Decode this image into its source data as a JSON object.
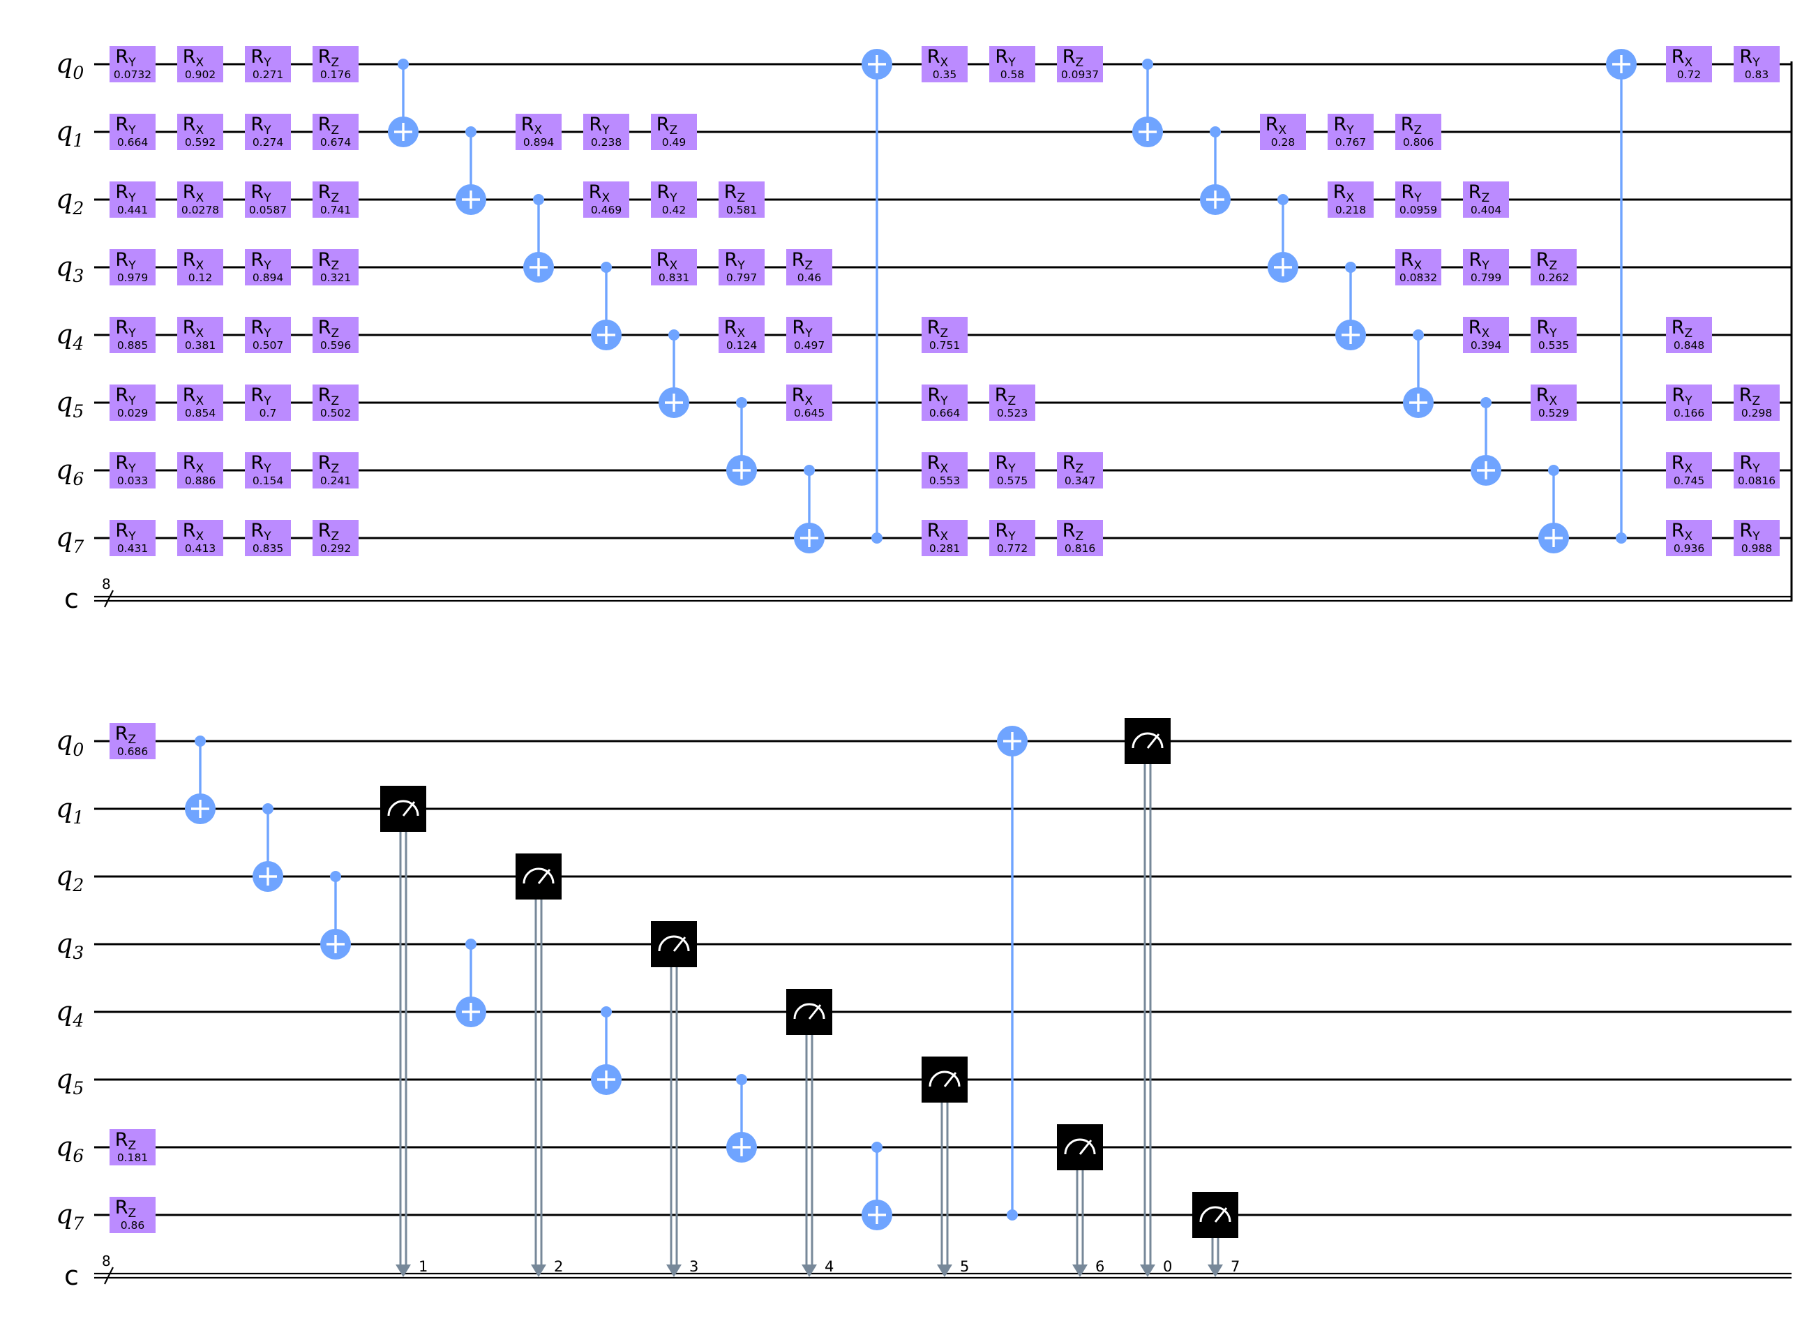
{
  "qubits": [
    "q",
    "q",
    "q",
    "q",
    "q",
    "q",
    "q",
    "q"
  ],
  "qubit_indices": [
    "0",
    "1",
    "2",
    "3",
    "4",
    "5",
    "6",
    "7"
  ],
  "classical_register": {
    "name": "c",
    "size": "8"
  },
  "colors": {
    "rotation": "#bb8bff",
    "cx": "#6fa4ff",
    "measure": "#000000",
    "measure_wire": "#778899"
  },
  "rows": [
    {
      "ops": [
        {
          "g": "RY",
          "c": 0,
          "q": 0,
          "p": "0.0732"
        },
        {
          "g": "RY",
          "c": 0,
          "q": 1,
          "p": "0.664"
        },
        {
          "g": "RY",
          "c": 0,
          "q": 2,
          "p": "0.441"
        },
        {
          "g": "RY",
          "c": 0,
          "q": 3,
          "p": "0.979"
        },
        {
          "g": "RY",
          "c": 0,
          "q": 4,
          "p": "0.885"
        },
        {
          "g": "RY",
          "c": 0,
          "q": 5,
          "p": "0.029"
        },
        {
          "g": "RY",
          "c": 0,
          "q": 6,
          "p": "0.033"
        },
        {
          "g": "RY",
          "c": 0,
          "q": 7,
          "p": "0.431"
        },
        {
          "g": "RX",
          "c": 1,
          "q": 0,
          "p": "0.902"
        },
        {
          "g": "RX",
          "c": 1,
          "q": 1,
          "p": "0.592"
        },
        {
          "g": "RX",
          "c": 1,
          "q": 2,
          "p": "0.0278"
        },
        {
          "g": "RX",
          "c": 1,
          "q": 3,
          "p": "0.12"
        },
        {
          "g": "RX",
          "c": 1,
          "q": 4,
          "p": "0.381"
        },
        {
          "g": "RX",
          "c": 1,
          "q": 5,
          "p": "0.854"
        },
        {
          "g": "RX",
          "c": 1,
          "q": 6,
          "p": "0.886"
        },
        {
          "g": "RX",
          "c": 1,
          "q": 7,
          "p": "0.413"
        },
        {
          "g": "RY",
          "c": 2,
          "q": 0,
          "p": "0.271"
        },
        {
          "g": "RY",
          "c": 2,
          "q": 1,
          "p": "0.274"
        },
        {
          "g": "RY",
          "c": 2,
          "q": 2,
          "p": "0.0587"
        },
        {
          "g": "RY",
          "c": 2,
          "q": 3,
          "p": "0.894"
        },
        {
          "g": "RY",
          "c": 2,
          "q": 4,
          "p": "0.507"
        },
        {
          "g": "RY",
          "c": 2,
          "q": 5,
          "p": "0.7"
        },
        {
          "g": "RY",
          "c": 2,
          "q": 6,
          "p": "0.154"
        },
        {
          "g": "RY",
          "c": 2,
          "q": 7,
          "p": "0.835"
        },
        {
          "g": "RZ",
          "c": 3,
          "q": 0,
          "p": "0.176"
        },
        {
          "g": "RZ",
          "c": 3,
          "q": 1,
          "p": "0.674"
        },
        {
          "g": "RZ",
          "c": 3,
          "q": 2,
          "p": "0.741"
        },
        {
          "g": "RZ",
          "c": 3,
          "q": 3,
          "p": "0.321"
        },
        {
          "g": "RZ",
          "c": 3,
          "q": 4,
          "p": "0.596"
        },
        {
          "g": "RZ",
          "c": 3,
          "q": 5,
          "p": "0.502"
        },
        {
          "g": "RZ",
          "c": 3,
          "q": 6,
          "p": "0.241"
        },
        {
          "g": "RZ",
          "c": 3,
          "q": 7,
          "p": "0.292"
        },
        {
          "g": "CX",
          "c": 4,
          "ctrl": 0,
          "tgt": 1
        },
        {
          "g": "CX",
          "c": 5,
          "ctrl": 1,
          "tgt": 2
        },
        {
          "g": "RX",
          "c": 6,
          "q": 1,
          "p": "0.894"
        },
        {
          "g": "CX",
          "c": 6,
          "ctrl": 2,
          "tgt": 3
        },
        {
          "g": "RY",
          "c": 7,
          "q": 1,
          "p": "0.238"
        },
        {
          "g": "RX",
          "c": 7,
          "q": 2,
          "p": "0.469"
        },
        {
          "g": "CX",
          "c": 7,
          "ctrl": 3,
          "tgt": 4
        },
        {
          "g": "RZ",
          "c": 8,
          "q": 1,
          "p": "0.49"
        },
        {
          "g": "RY",
          "c": 8,
          "q": 2,
          "p": "0.42"
        },
        {
          "g": "RX",
          "c": 8,
          "q": 3,
          "p": "0.831"
        },
        {
          "g": "CX",
          "c": 8,
          "ctrl": 4,
          "tgt": 5
        },
        {
          "g": "RZ",
          "c": 9,
          "q": 2,
          "p": "0.581"
        },
        {
          "g": "RY",
          "c": 9,
          "q": 3,
          "p": "0.797"
        },
        {
          "g": "RX",
          "c": 9,
          "q": 4,
          "p": "0.124"
        },
        {
          "g": "CX",
          "c": 9,
          "ctrl": 5,
          "tgt": 6
        },
        {
          "g": "RZ",
          "c": 10,
          "q": 3,
          "p": "0.46"
        },
        {
          "g": "RY",
          "c": 10,
          "q": 4,
          "p": "0.497"
        },
        {
          "g": "RX",
          "c": 10,
          "q": 5,
          "p": "0.645"
        },
        {
          "g": "CX",
          "c": 10,
          "ctrl": 6,
          "tgt": 7
        },
        {
          "g": "CX",
          "c": 11,
          "ctrl": 7,
          "tgt": 0
        },
        {
          "g": "RX",
          "c": 12,
          "q": 0,
          "p": "0.35"
        },
        {
          "g": "RZ",
          "c": 12,
          "q": 4,
          "p": "0.751"
        },
        {
          "g": "RY",
          "c": 12,
          "q": 5,
          "p": "0.664"
        },
        {
          "g": "RX",
          "c": 12,
          "q": 6,
          "p": "0.553"
        },
        {
          "g": "RX",
          "c": 12,
          "q": 7,
          "p": "0.281"
        },
        {
          "g": "RY",
          "c": 13,
          "q": 0,
          "p": "0.58"
        },
        {
          "g": "RZ",
          "c": 13,
          "q": 5,
          "p": "0.523"
        },
        {
          "g": "RY",
          "c": 13,
          "q": 6,
          "p": "0.575"
        },
        {
          "g": "RY",
          "c": 13,
          "q": 7,
          "p": "0.772"
        },
        {
          "g": "RZ",
          "c": 14,
          "q": 0,
          "p": "0.0937"
        },
        {
          "g": "RZ",
          "c": 14,
          "q": 6,
          "p": "0.347"
        },
        {
          "g": "RZ",
          "c": 14,
          "q": 7,
          "p": "0.816"
        },
        {
          "g": "CX",
          "c": 15,
          "ctrl": 0,
          "tgt": 1
        },
        {
          "g": "CX",
          "c": 16,
          "ctrl": 1,
          "tgt": 2
        },
        {
          "g": "RX",
          "c": 17,
          "q": 1,
          "p": "0.28"
        },
        {
          "g": "CX",
          "c": 17,
          "ctrl": 2,
          "tgt": 3
        },
        {
          "g": "RY",
          "c": 18,
          "q": 1,
          "p": "0.767"
        },
        {
          "g": "RX",
          "c": 18,
          "q": 2,
          "p": "0.218"
        },
        {
          "g": "CX",
          "c": 18,
          "ctrl": 3,
          "tgt": 4
        },
        {
          "g": "RZ",
          "c": 19,
          "q": 1,
          "p": "0.806"
        },
        {
          "g": "RY",
          "c": 19,
          "q": 2,
          "p": "0.0959"
        },
        {
          "g": "RX",
          "c": 19,
          "q": 3,
          "p": "0.0832"
        },
        {
          "g": "CX",
          "c": 19,
          "ctrl": 4,
          "tgt": 5
        },
        {
          "g": "RZ",
          "c": 20,
          "q": 2,
          "p": "0.404"
        },
        {
          "g": "RY",
          "c": 20,
          "q": 3,
          "p": "0.799"
        },
        {
          "g": "RX",
          "c": 20,
          "q": 4,
          "p": "0.394"
        },
        {
          "g": "CX",
          "c": 20,
          "ctrl": 5,
          "tgt": 6
        },
        {
          "g": "RZ",
          "c": 21,
          "q": 3,
          "p": "0.262"
        },
        {
          "g": "RY",
          "c": 21,
          "q": 4,
          "p": "0.535"
        },
        {
          "g": "RX",
          "c": 21,
          "q": 5,
          "p": "0.529"
        },
        {
          "g": "CX",
          "c": 21,
          "ctrl": 6,
          "tgt": 7
        },
        {
          "g": "CX",
          "c": 22,
          "ctrl": 7,
          "tgt": 0
        },
        {
          "g": "RX",
          "c": 23,
          "q": 0,
          "p": "0.72"
        },
        {
          "g": "RZ",
          "c": 23,
          "q": 4,
          "p": "0.848"
        },
        {
          "g": "RY",
          "c": 23,
          "q": 5,
          "p": "0.166"
        },
        {
          "g": "RX",
          "c": 23,
          "q": 6,
          "p": "0.745"
        },
        {
          "g": "RX",
          "c": 23,
          "q": 7,
          "p": "0.936"
        },
        {
          "g": "RY",
          "c": 24,
          "q": 0,
          "p": "0.83"
        },
        {
          "g": "RZ",
          "c": 24,
          "q": 5,
          "p": "0.298"
        },
        {
          "g": "RY",
          "c": 24,
          "q": 6,
          "p": "0.0816"
        },
        {
          "g": "RY",
          "c": 24,
          "q": 7,
          "p": "0.988"
        }
      ]
    },
    {
      "ops": [
        {
          "g": "RZ",
          "c": 0,
          "q": 0,
          "p": "0.686"
        },
        {
          "g": "RZ",
          "c": 0,
          "q": 6,
          "p": "0.181"
        },
        {
          "g": "RZ",
          "c": 0,
          "q": 7,
          "p": "0.86"
        },
        {
          "g": "CX",
          "c": 1,
          "ctrl": 0,
          "tgt": 1
        },
        {
          "g": "CX",
          "c": 2,
          "ctrl": 1,
          "tgt": 2
        },
        {
          "g": "CX",
          "c": 3,
          "ctrl": 2,
          "tgt": 3
        },
        {
          "g": "M",
          "c": 4,
          "q": 1,
          "bit": "1"
        },
        {
          "g": "CX",
          "c": 5,
          "ctrl": 3,
          "tgt": 4
        },
        {
          "g": "M",
          "c": 6,
          "q": 2,
          "bit": "2"
        },
        {
          "g": "CX",
          "c": 7,
          "ctrl": 4,
          "tgt": 5
        },
        {
          "g": "M",
          "c": 8,
          "q": 3,
          "bit": "3"
        },
        {
          "g": "CX",
          "c": 9,
          "ctrl": 5,
          "tgt": 6
        },
        {
          "g": "M",
          "c": 10,
          "q": 4,
          "bit": "4"
        },
        {
          "g": "CX",
          "c": 11,
          "ctrl": 6,
          "tgt": 7
        },
        {
          "g": "M",
          "c": 12,
          "q": 5,
          "bit": "5"
        },
        {
          "g": "CX",
          "c": 13,
          "ctrl": 7,
          "tgt": 0
        },
        {
          "g": "M",
          "c": 14,
          "q": 6,
          "bit": "6"
        },
        {
          "g": "M",
          "c": 15,
          "q": 0,
          "bit": "0"
        },
        {
          "g": "M",
          "c": 16,
          "q": 7,
          "bit": "7"
        }
      ]
    }
  ]
}
